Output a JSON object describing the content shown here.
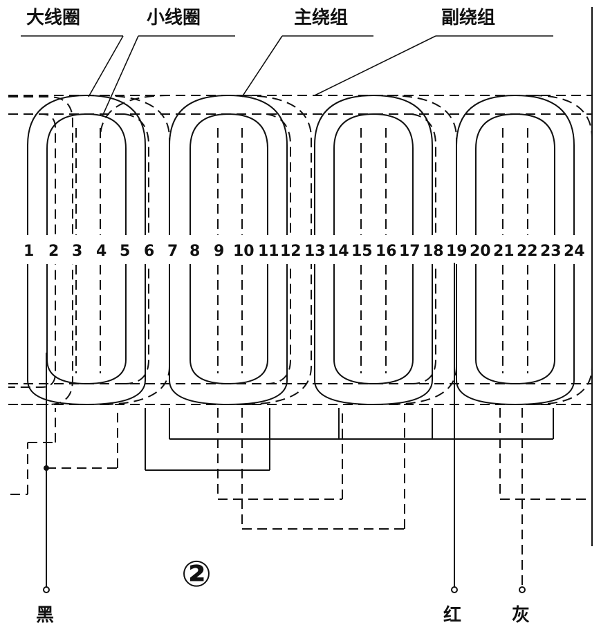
{
  "labels": {
    "big_coil": "大线圈",
    "small_coil": "小线圈",
    "main_winding": "主绕组",
    "aux_winding": "副绕组",
    "circled_number": "②",
    "lead_black": "黑",
    "lead_red": "红",
    "lead_grey": "灰"
  },
  "slots": [
    "1",
    "2",
    "3",
    "4",
    "5",
    "6",
    "7",
    "8",
    "9",
    "10",
    "11",
    "12",
    "13",
    "14",
    "15",
    "16",
    "17",
    "18",
    "19",
    "20",
    "21",
    "22",
    "23",
    "24"
  ]
}
